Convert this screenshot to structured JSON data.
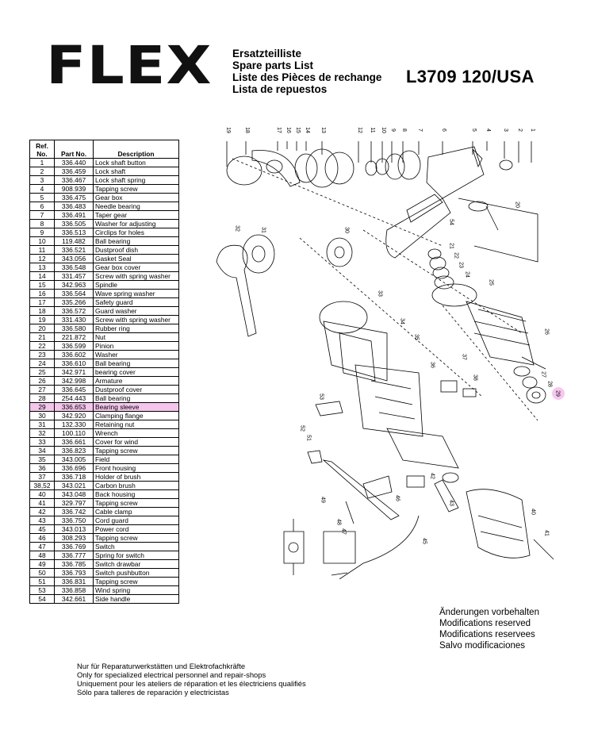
{
  "header": {
    "brand": "FLEX",
    "titles": [
      "Ersatzteilliste",
      "Spare parts List",
      "Liste des Pièces de rechange",
      "Lista de repuestos"
    ],
    "model": "L3709 120/USA"
  },
  "table": {
    "headers": {
      "ref_line1": "Ref.",
      "ref_line2": "No.",
      "part_no": "Part No.",
      "description": "Description"
    },
    "highlight_ref": "29",
    "highlight_color": "#f4c6ec",
    "rows": [
      {
        "ref": "1",
        "part": "336.440",
        "desc": "Lock shaft button"
      },
      {
        "ref": "2",
        "part": "336.459",
        "desc": "Lock shaft"
      },
      {
        "ref": "3",
        "part": "336.467",
        "desc": "Lock shaft spring"
      },
      {
        "ref": "4",
        "part": "908.939",
        "desc": "Tapping screw"
      },
      {
        "ref": "5",
        "part": "336.475",
        "desc": "Gear box"
      },
      {
        "ref": "6",
        "part": "336.483",
        "desc": "Needle bearing"
      },
      {
        "ref": "7",
        "part": "336.491",
        "desc": "Taper gear"
      },
      {
        "ref": "8",
        "part": "336.505",
        "desc": "Washer for adjusting"
      },
      {
        "ref": "9",
        "part": "336.513",
        "desc": "Circlips for holes"
      },
      {
        "ref": "10",
        "part": "119.482",
        "desc": "Ball bearing"
      },
      {
        "ref": "11",
        "part": "336.521",
        "desc": "Dustproof dish"
      },
      {
        "ref": "12",
        "part": "343.056",
        "desc": "Gasket Seal"
      },
      {
        "ref": "13",
        "part": "336.548",
        "desc": "Gear box cover"
      },
      {
        "ref": "14",
        "part": "331.457",
        "desc": "Screw with spring washer"
      },
      {
        "ref": "15",
        "part": "342.963",
        "desc": "Spindle"
      },
      {
        "ref": "16",
        "part": "336.564",
        "desc": "Wave spring washer"
      },
      {
        "ref": "17",
        "part": "335.266",
        "desc": "Safety guard"
      },
      {
        "ref": "18",
        "part": "336.572",
        "desc": "Guard washer"
      },
      {
        "ref": "19",
        "part": "331.430",
        "desc": "Screw with spring washer"
      },
      {
        "ref": "20",
        "part": "336.580",
        "desc": "Rubber ring"
      },
      {
        "ref": "21",
        "part": "221.872",
        "desc": "Nut"
      },
      {
        "ref": "22",
        "part": "336.599",
        "desc": "Pinion"
      },
      {
        "ref": "23",
        "part": "336.602",
        "desc": "Washer"
      },
      {
        "ref": "24",
        "part": "336.610",
        "desc": "Ball bearing"
      },
      {
        "ref": "25",
        "part": "342.971",
        "desc": "bearing cover"
      },
      {
        "ref": "26",
        "part": "342.998",
        "desc": "Armature"
      },
      {
        "ref": "27",
        "part": "336.645",
        "desc": "Dustproof cover"
      },
      {
        "ref": "28",
        "part": "254.443",
        "desc": "Ball bearing"
      },
      {
        "ref": "29",
        "part": "336.653",
        "desc": "Bearing sleeve"
      },
      {
        "ref": "30",
        "part": "342.920",
        "desc": "Clamping flange"
      },
      {
        "ref": "31",
        "part": "132.330",
        "desc": "Retaining nut"
      },
      {
        "ref": "32",
        "part": "100.110",
        "desc": "Wrench"
      },
      {
        "ref": "33",
        "part": "336.661",
        "desc": "Cover for wind"
      },
      {
        "ref": "34",
        "part": "336.823",
        "desc": "Tapping screw"
      },
      {
        "ref": "35",
        "part": "343.005",
        "desc": "Field"
      },
      {
        "ref": "36",
        "part": "336.696",
        "desc": "Front housing"
      },
      {
        "ref": "37",
        "part": "336.718",
        "desc": "Holder of brush"
      },
      {
        "ref": "38,52",
        "part": "343.021",
        "desc": "Carbon brush"
      },
      {
        "ref": "40",
        "part": "343.048",
        "desc": "Back housing"
      },
      {
        "ref": "41",
        "part": "329.797",
        "desc": "Tapping screw"
      },
      {
        "ref": "42",
        "part": "336.742",
        "desc": "Cable clamp"
      },
      {
        "ref": "43",
        "part": "336.750",
        "desc": "Cord guard"
      },
      {
        "ref": "45",
        "part": "343.013",
        "desc": "Power cord"
      },
      {
        "ref": "46",
        "part": "308.293",
        "desc": "Tapping screw"
      },
      {
        "ref": "47",
        "part": "336.769",
        "desc": "Switch"
      },
      {
        "ref": "48",
        "part": "336.777",
        "desc": "Spring for switch"
      },
      {
        "ref": "49",
        "part": "336.785",
        "desc": "Switch drawbar"
      },
      {
        "ref": "50",
        "part": "336.793",
        "desc": "Switch pushbutton"
      },
      {
        "ref": "51",
        "part": "336.831",
        "desc": "Tapping screw"
      },
      {
        "ref": "53",
        "part": "336.858",
        "desc": "Wind spring"
      },
      {
        "ref": "54",
        "part": "342.661",
        "desc": "Side handle"
      }
    ]
  },
  "diagram": {
    "callouts_top": [
      "19",
      "18",
      "17",
      "16",
      "15",
      "14",
      "13",
      "12",
      "11",
      "10",
      "9",
      "8",
      "7",
      "6",
      "5",
      "4",
      "3",
      "2",
      "1"
    ],
    "callouts": [
      "20",
      "21",
      "22",
      "23",
      "24",
      "25",
      "26",
      "27",
      "28",
      "29",
      "30",
      "31",
      "32",
      "33",
      "34",
      "35",
      "36",
      "37",
      "38",
      "40",
      "41",
      "42",
      "43",
      "45",
      "46",
      "47",
      "48",
      "49",
      "51",
      "52",
      "53",
      "54"
    ],
    "highlight_callout": "29",
    "highlight_color": "#f7c8ef"
  },
  "modifications": [
    "Änderungen vorbehalten",
    "Modifications reserved",
    "Modifications reservees",
    "Salvo modificaciones"
  ],
  "footer": [
    "Nur für Reparaturwerkstätten und Elektrofachkräfte",
    "Only for specialized electrical personnel and repair-shops",
    "Uniquement pour les ateliers de réparation et les électriciens qualifiés",
    "Sólo para talleres de reparación y electricistas"
  ]
}
